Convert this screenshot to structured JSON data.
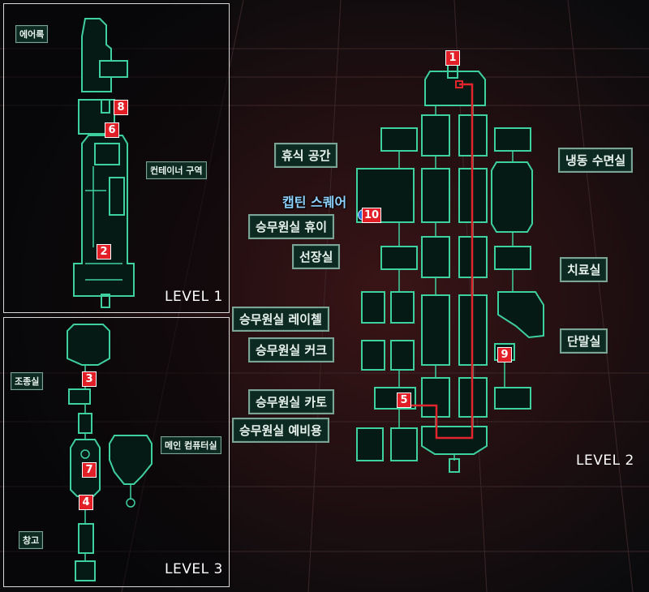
{
  "levels": {
    "level1": "LEVEL 1",
    "level2": "LEVEL 2",
    "level3": "LEVEL 3"
  },
  "rooms": {
    "airlock": "에어록",
    "container_area": "컨테이너 구역",
    "cockpit": "조종실",
    "main_computer": "메인 컴퓨터실",
    "storage": "창고",
    "lounge": "휴식 공간",
    "cryo": "냉동 수면실",
    "captain_square": "캡틴 스퀘어",
    "crew_huey": "승무원실 휴이",
    "captain_room": "선장실",
    "medbay": "치료실",
    "crew_leichel": "승무원실 레이첼",
    "crew_kirk": "승무원실 커크",
    "terminal": "단말실",
    "crew_kato": "승무원실 카토",
    "crew_spare": "승무원실 예비용"
  },
  "markers": [
    "1",
    "2",
    "3",
    "4",
    "5",
    "6",
    "7",
    "8",
    "9",
    "10"
  ],
  "map_colors": {
    "outline": "#3fd0a0",
    "route": "#e0262c",
    "marker": "#e21e26"
  }
}
